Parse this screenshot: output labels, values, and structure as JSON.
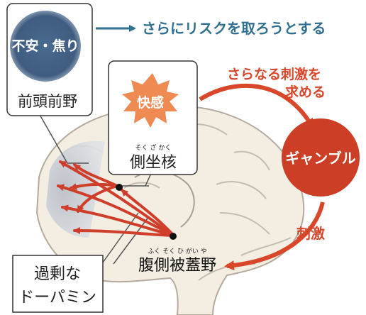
{
  "prefrontal": {
    "emotion_label": "不安・焦り",
    "region_label": "前頭前野"
  },
  "top_arrow_text": "さらにリスクを取ろうとする",
  "pleasure_label": "快感",
  "nucleus_accumbens": {
    "ruby": "そく ざ かく",
    "label": "側坐核"
  },
  "more_stimulus_text": {
    "line1": "さらなる刺激を",
    "line2": "求める"
  },
  "gambling_label": "ギャンブル",
  "stimulus_label": "刺激",
  "vta": {
    "ruby": "ふく そく ひ がい や",
    "label": "腹側被蓋野"
  },
  "dopamine": {
    "line1": "過剰な",
    "line2": "ドーパミン"
  },
  "colors": {
    "navy": "#3f5c80",
    "red_orange": "#d9472b",
    "orange_star": "#ef8a52",
    "brain_fill": "#f3ede2",
    "brain_line": "#b4aa9e",
    "gray_region": "#c9ccd2",
    "arrow_red": "#cf3d2b",
    "dark_text": "#222222",
    "top_arrow_text": "#2f6f8f"
  }
}
